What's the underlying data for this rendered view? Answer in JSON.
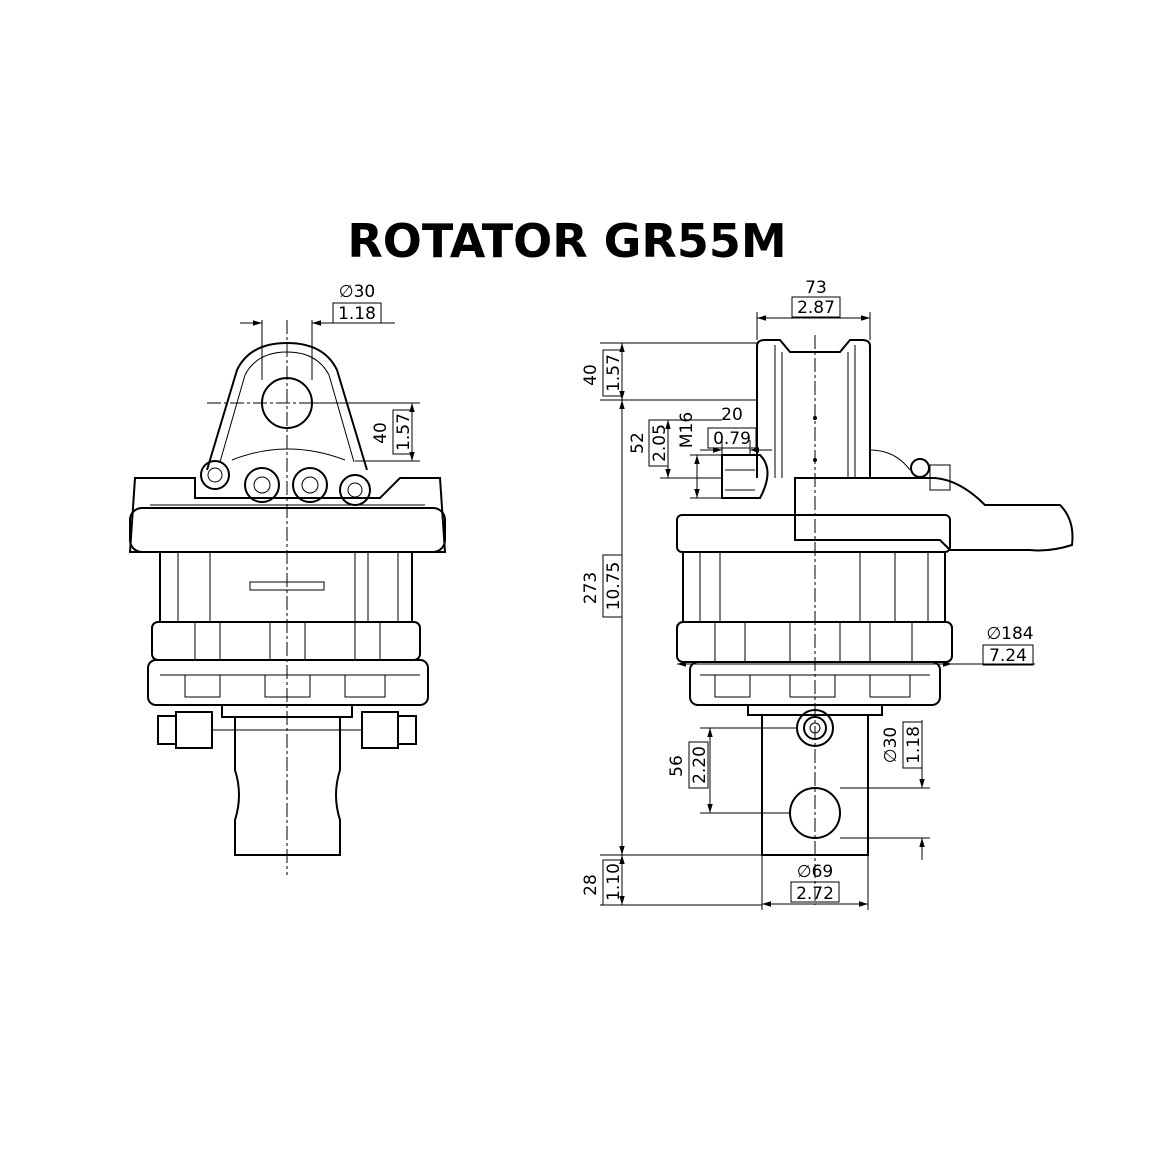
{
  "title": "ROTATOR  GR55M",
  "front_view": {
    "pin_diameter": {
      "mm": "∅30",
      "in": "1.18"
    },
    "lug_height": {
      "mm": "40",
      "in": "1.57"
    }
  },
  "side_view": {
    "lug_width": {
      "mm": "73",
      "in": "2.87"
    },
    "lug_top": {
      "mm": "40",
      "in": "1.57"
    },
    "port_height": {
      "mm": "52",
      "in": "2.05"
    },
    "port_thread": "M16",
    "port_offset": {
      "mm": "20",
      "in": "0.79"
    },
    "total_height": {
      "mm": "273",
      "in": "10.75"
    },
    "body_diameter": {
      "mm": "∅184",
      "in": "7.24"
    },
    "shaft_hole_height": {
      "mm": "56",
      "in": "2.20"
    },
    "shaft_pin_diameter": {
      "mm": "∅30",
      "in": "1.18"
    },
    "shaft_bottom": {
      "mm": "28",
      "in": "1.10"
    },
    "shaft_diameter": {
      "mm": "∅69",
      "in": "2.72"
    }
  }
}
